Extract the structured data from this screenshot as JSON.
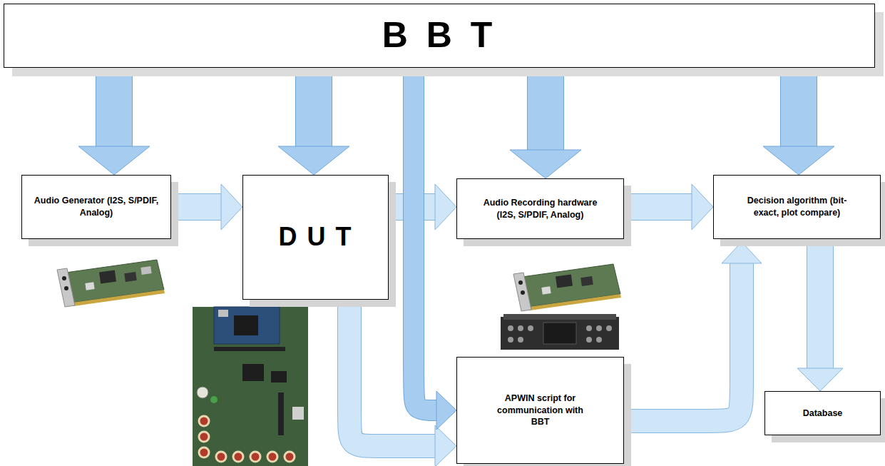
{
  "diagram": {
    "nodes": [
      {
        "text": [
          "B B T"
        ]
      },
      {
        "text": [
          "Audio Generator (I2S, S/PDIF, Analog)"
        ]
      },
      {
        "text": [
          "D U T"
        ]
      },
      {
        "text": [
          "Audio Recording hardware (I2S, S/PDIF, Analog)"
        ]
      },
      {
        "text": [
          "Decision algorithm (bit-exact, plot compare)"
        ]
      },
      {
        "text": [
          "APWIN script for communication with BBT"
        ]
      },
      {
        "text": [
          "Database"
        ]
      }
    ],
    "edges": [
      {
        "from": 0,
        "to": 1,
        "arrow": "to"
      },
      {
        "from": 0,
        "to": 2,
        "arrow": "to"
      },
      {
        "from": 0,
        "to": 3,
        "arrow": "to"
      },
      {
        "from": 0,
        "to": 4,
        "arrow": "to"
      },
      {
        "from": 0,
        "to": 5,
        "arrow": "to"
      },
      {
        "from": 1,
        "to": 2,
        "arrow": "to"
      },
      {
        "from": 2,
        "to": 3,
        "arrow": "to"
      },
      {
        "from": 3,
        "to": 4,
        "arrow": "to"
      },
      {
        "from": 2,
        "to": 5,
        "arrow": "to"
      },
      {
        "from": 5,
        "to": 4,
        "arrow": "to"
      },
      {
        "from": 4,
        "to": 6,
        "arrow": "to"
      }
    ]
  }
}
